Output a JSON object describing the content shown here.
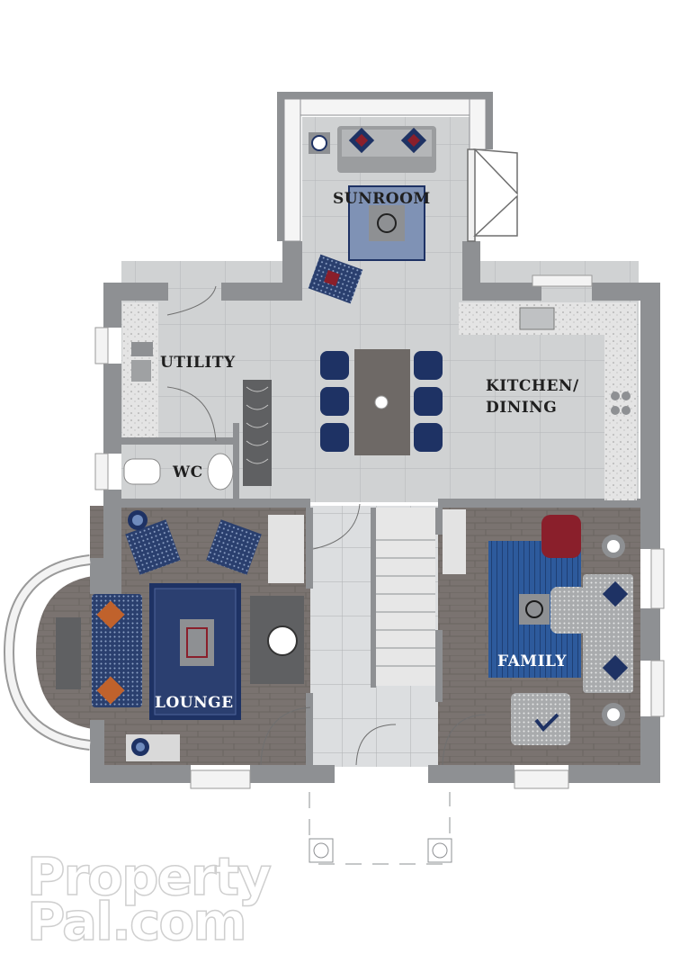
{
  "rooms": {
    "sunroom": "SUNROOM",
    "utility": "UTILITY",
    "kitchen_line1": "KITCHEN/",
    "kitchen_line2": "DINING",
    "wc": "WC",
    "lounge": "LOUNGE",
    "family": "FAMILY"
  },
  "watermark": {
    "line1": "Property",
    "line2": "Pal.com"
  },
  "colors": {
    "wall": "#8e9093",
    "tile": "#cfd1d2",
    "wood_floor": "#7b7471",
    "navy": "#1e3264",
    "rug_blue": "#2c5aa0"
  }
}
